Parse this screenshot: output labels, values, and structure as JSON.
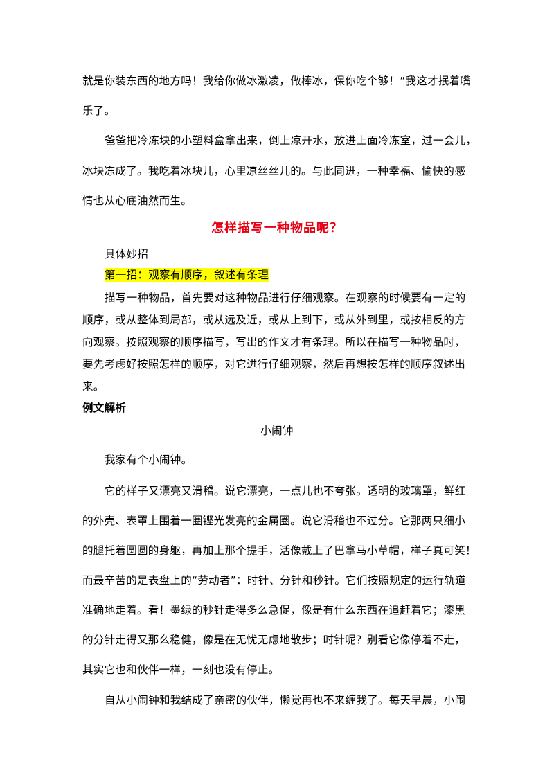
{
  "paragraphs_top": [
    "就是你装东西的地方吗！我给你做冰激凌，做棒冰，保你吃个够！”我这才抿着嘴",
    "乐了。",
    "爸爸把冷冻块的小塑料盒拿出来，倒上凉开水，放进上面冷冻室，过一会儿，",
    "冰块冻成了。我吃着冰块儿，心里凉丝丝儿的。与此同进，一种幸福、愉快的感",
    "情也从心底油然而生。"
  ],
  "section_title": "怎样描写一种物品呢？",
  "subheading": "具体妙招",
  "tip_one": "第一招：观察有顺序，叙述有条理",
  "tip_body": [
    "描写一种物品，首先要对这种物品进行仔细观察。在观察的时候要有一定的",
    "顺序，或从整体到局部，或从远及近，或从上到下，或从外到里，或按相反的方",
    "向观察。按照观察的顺序描写，写出的作文才有条理。所以在描写一种物品时，",
    "要先考虑好按照怎样的顺序，对它进行仔细观察，然后再想按怎样的顺序叙述出",
    "来。"
  ],
  "example_label": "例文解析",
  "example_title": "小闹钟",
  "example_lines": [
    "我家有个小闹钟。",
    "它的样子又漂亮又滑稽。说它漂亮，一点儿也不夸张。透明的玻璃罩，鲜红",
    "的外壳、表罩上围着一圈铿光发亮的金属圈。说它滑稽也不过分。它那两只细小",
    "的腿托着圆圆的身躯，再加上那个提手，活像戴上了巴拿马小草帽，样子真可笑！",
    "而最辛苦的是表盘上的“劳动者”：时针、分针和秒针。它们按照规定的运行轨道",
    "准确地走着。看！墨绿的秒针走得多么急促，像是有什么东西在追赶着它；漆黑",
    "的分针走得又那么稳健，像是在无忧无虑地散步；时针呢？别看它像停着不走，",
    "其实它也和伙伴一样，一刻也没有停止。",
    "自从小闹钟和我结成了亲密的伙伴，懒觉再也不来缠我了。每天早晨，小闹"
  ]
}
